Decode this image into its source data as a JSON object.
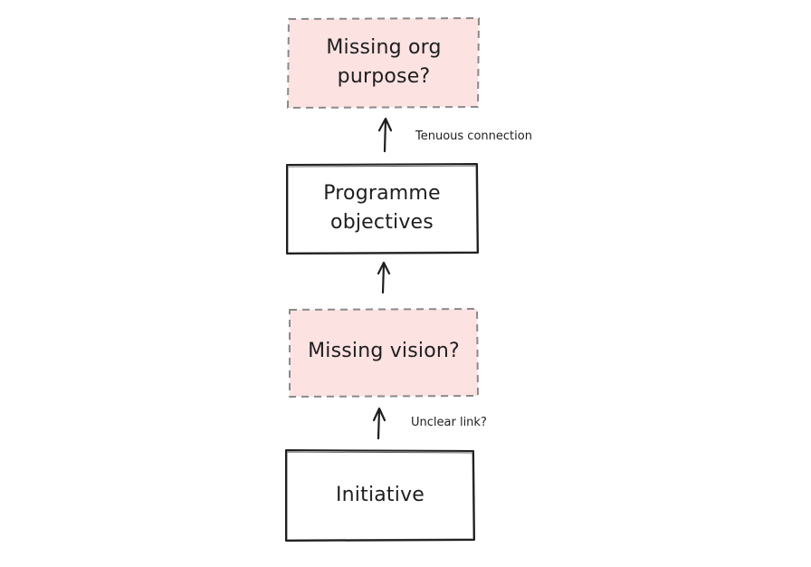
{
  "diagram": {
    "nodes": [
      {
        "id": "org-purpose",
        "label_line1": "Missing org",
        "label_line2": "purpose?",
        "style": "dashed",
        "fill": "#fde2e2"
      },
      {
        "id": "programme-objectives",
        "label_line1": "Programme",
        "label_line2": "objectives",
        "style": "solid",
        "fill": "#ffffff"
      },
      {
        "id": "vision",
        "label": "Missing vision?",
        "style": "dashed",
        "fill": "#fde2e2"
      },
      {
        "id": "initiative",
        "label": "Initiative",
        "style": "solid",
        "fill": "#ffffff"
      }
    ],
    "edges": [
      {
        "from": "programme-objectives",
        "to": "org-purpose",
        "label": "Tenuous connection"
      },
      {
        "from": "vision",
        "to": "programme-objectives",
        "label": ""
      },
      {
        "from": "initiative",
        "to": "vision",
        "label": "Unclear link?"
      }
    ],
    "colors": {
      "stroke": "#1e1e1e",
      "dashed_stroke": "#8a8a8a",
      "missing_fill": "#fde2e2"
    }
  }
}
